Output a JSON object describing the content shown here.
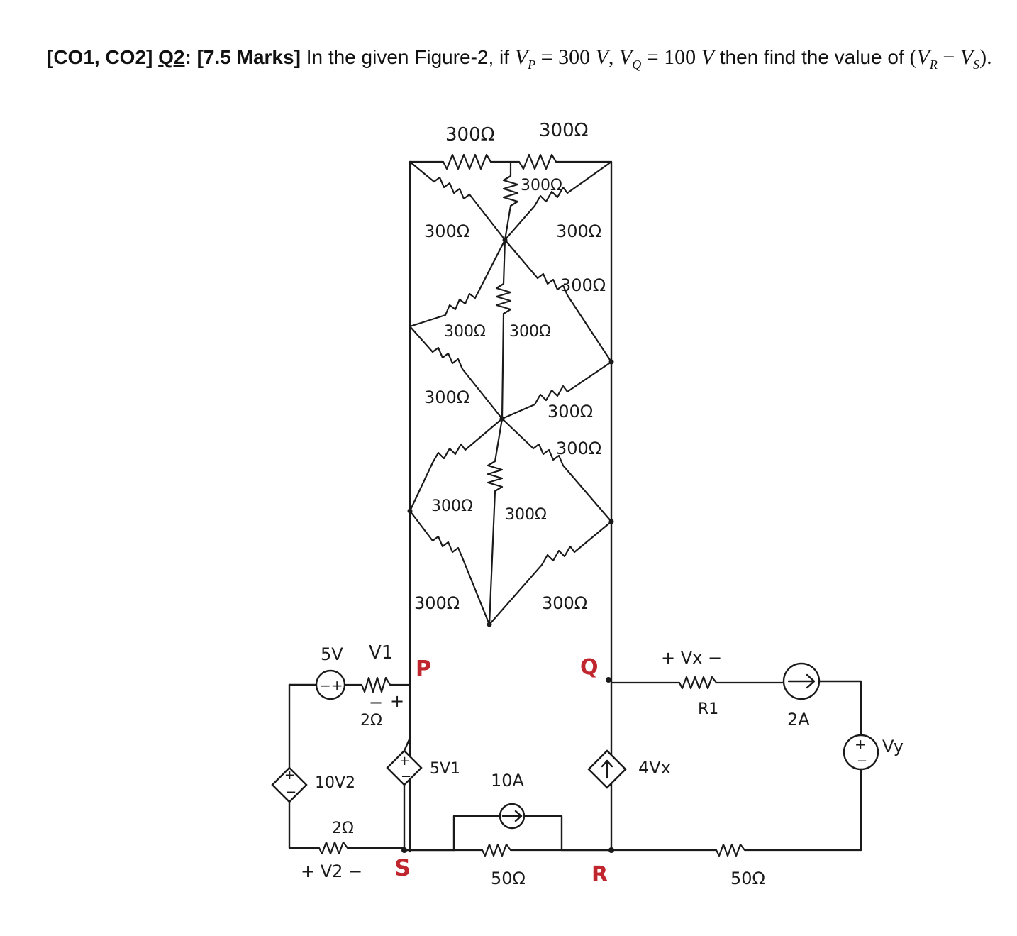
{
  "question": {
    "tag": "[CO1, CO2]",
    "qno": "Q2",
    "marks": "[7.5 Marks]",
    "text": "In the given Figure-2, if",
    "cond": "V_P = 300 V, V_Q = 100 V",
    "ask_text": "then find the value of",
    "ask_math": "(V_R − V_S)."
  },
  "diagram": {
    "resistor_label": "300Ω",
    "nodes": {
      "p": "P",
      "q": "Q",
      "r": "R",
      "s": "S"
    },
    "left": {
      "src5v": "5V",
      "v1": "V1",
      "r2a": "2Ω",
      "minus": "−",
      "plus": "+",
      "dep_src": "10V2",
      "r2b": "2Ω",
      "v2": "+ V2 −",
      "mid_src": "5V1"
    },
    "bottom": {
      "cs10": "10A",
      "r50a": "50Ω",
      "r50b": "50Ω"
    },
    "right": {
      "vx": "+ Vx −",
      "r1": "R1",
      "cs2": "2A",
      "dep_cs": "4Vx",
      "vy": "Vy"
    }
  }
}
